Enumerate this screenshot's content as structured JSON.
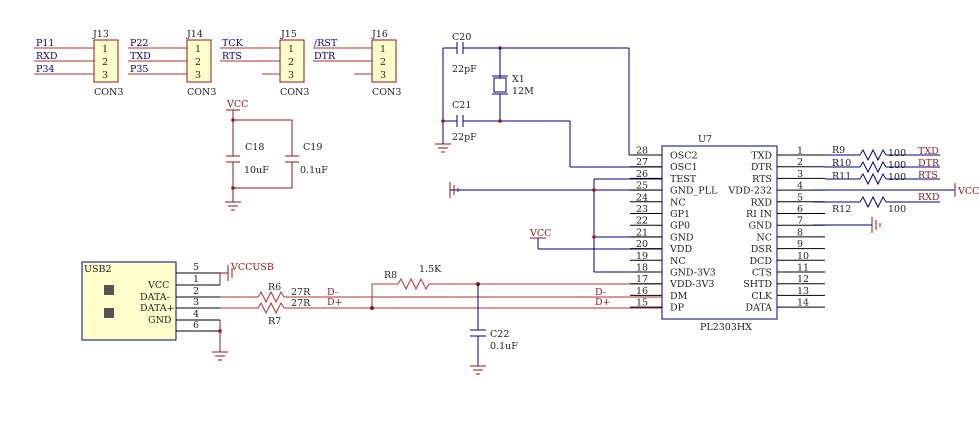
{
  "connectors": [
    {
      "ref": "J13",
      "type": "CON3",
      "pins": [
        "1",
        "2",
        "3"
      ],
      "nets": [
        "P11",
        "RXD",
        "P34"
      ]
    },
    {
      "ref": "J14",
      "type": "CON3",
      "pins": [
        "1",
        "2",
        "3"
      ],
      "nets": [
        "P22",
        "TXD",
        "P35"
      ]
    },
    {
      "ref": "J15",
      "type": "CON3",
      "pins": [
        "1",
        "2",
        "3"
      ],
      "nets": [
        "TCK",
        "RTS",
        ""
      ]
    },
    {
      "ref": "J16",
      "type": "CON3",
      "pins": [
        "1",
        "2",
        "3"
      ],
      "nets": [
        "/RST",
        "DTR",
        ""
      ]
    }
  ],
  "power": {
    "vcc": "VCC",
    "vccusb": "VCCUSB"
  },
  "caps": {
    "c18": {
      "ref": "C18",
      "value": "10uF"
    },
    "c19": {
      "ref": "C19",
      "value": "0.1uF"
    },
    "c20": {
      "ref": "C20",
      "value": "22pF"
    },
    "c21": {
      "ref": "C21",
      "value": "22pF"
    },
    "c22": {
      "ref": "C22",
      "value": "0.1uF"
    }
  },
  "crystal": {
    "ref": "X1",
    "value": "12M"
  },
  "usb": {
    "ref": "USB2",
    "pins": [
      {
        "num": "5",
        "label": ""
      },
      {
        "num": "1",
        "label": "VCC"
      },
      {
        "num": "2",
        "label": "DATA-"
      },
      {
        "num": "3",
        "label": "DATA+"
      },
      {
        "num": "4",
        "label": "GND"
      },
      {
        "num": "6",
        "label": ""
      }
    ]
  },
  "resistors": {
    "r6": {
      "ref": "R6",
      "value": "27R"
    },
    "r7": {
      "ref": "R7",
      "value": "27R"
    },
    "r8": {
      "ref": "R8",
      "value": "1.5K"
    },
    "r9": {
      "ref": "R9",
      "value": "100"
    },
    "r10": {
      "ref": "R10",
      "value": "100"
    },
    "r11": {
      "ref": "R11",
      "value": "100"
    },
    "r12": {
      "ref": "R12",
      "value": "100"
    }
  },
  "nets": {
    "dm": "D-",
    "dp": "D+",
    "txd": "TXD",
    "dtr": "DTR",
    "rts": "RTS",
    "rxd": "RXD"
  },
  "ic": {
    "ref": "U7",
    "part": "PL2303HX",
    "left_pins": [
      {
        "num": "28",
        "name": "OSC2"
      },
      {
        "num": "27",
        "name": "OSC1"
      },
      {
        "num": "26",
        "name": "TEST"
      },
      {
        "num": "25",
        "name": "GND_PLL"
      },
      {
        "num": "24",
        "name": "NC"
      },
      {
        "num": "23",
        "name": "GP1"
      },
      {
        "num": "22",
        "name": "GP0"
      },
      {
        "num": "21",
        "name": "GND"
      },
      {
        "num": "20",
        "name": "VDD"
      },
      {
        "num": "19",
        "name": "NC"
      },
      {
        "num": "18",
        "name": "GND-3V3"
      },
      {
        "num": "17",
        "name": "VDD-3V3"
      },
      {
        "num": "16",
        "name": "DM"
      },
      {
        "num": "15",
        "name": "DP"
      }
    ],
    "right_pins": [
      {
        "num": "1",
        "name": "TXD"
      },
      {
        "num": "2",
        "name": "DTR"
      },
      {
        "num": "3",
        "name": "RTS"
      },
      {
        "num": "4",
        "name": "VDD-232"
      },
      {
        "num": "5",
        "name": "RXD"
      },
      {
        "num": "6",
        "name": "RI IN"
      },
      {
        "num": "7",
        "name": "GND"
      },
      {
        "num": "8",
        "name": "NC"
      },
      {
        "num": "9",
        "name": "DSR"
      },
      {
        "num": "10",
        "name": "DCD"
      },
      {
        "num": "11",
        "name": "CTS"
      },
      {
        "num": "12",
        "name": "SHTD"
      },
      {
        "num": "13",
        "name": "CLK"
      },
      {
        "num": "14",
        "name": "DATA"
      }
    ]
  }
}
